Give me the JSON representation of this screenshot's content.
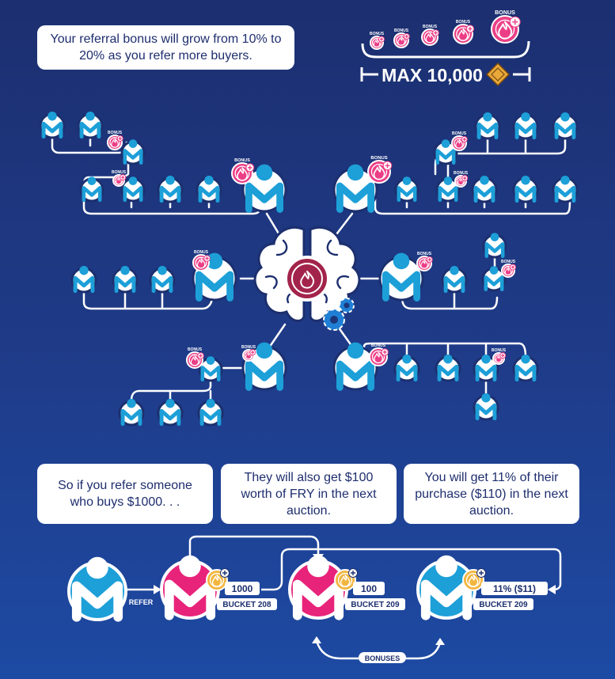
{
  "intro_text": "Your referral bonus will grow from 10% to 20% as you refer more buyers.",
  "max_label": "MAX 10,000",
  "bonus_label": "BONUS",
  "steps": [
    {
      "text": "So if you refer someone who buys $1000. . ."
    },
    {
      "text": "They will also get $100 worth of FRY in the next auction."
    },
    {
      "text": "You will get 11% of their purchase ($110) in the next auction."
    }
  ],
  "flow": {
    "refer_label": "REFER",
    "bonuses_label": "BONUSES",
    "nodes": [
      {
        "amount": "1000",
        "bucket": "BUCKET 208"
      },
      {
        "amount": "100",
        "bucket": "BUCKET 209"
      },
      {
        "amount": "11% ($11)",
        "bucket": "BUCKET 209"
      }
    ]
  },
  "colors": {
    "background": "#1f3c8a",
    "user_blue": "#1d9fd8",
    "user_pink": "#e8237a",
    "bonus_pink": "#ec3e86",
    "navy": "#1c2f6e",
    "brain_core": "#a3244a",
    "gear_blue": "#1f7fd4",
    "diamond_gold": "#e8a93a"
  }
}
